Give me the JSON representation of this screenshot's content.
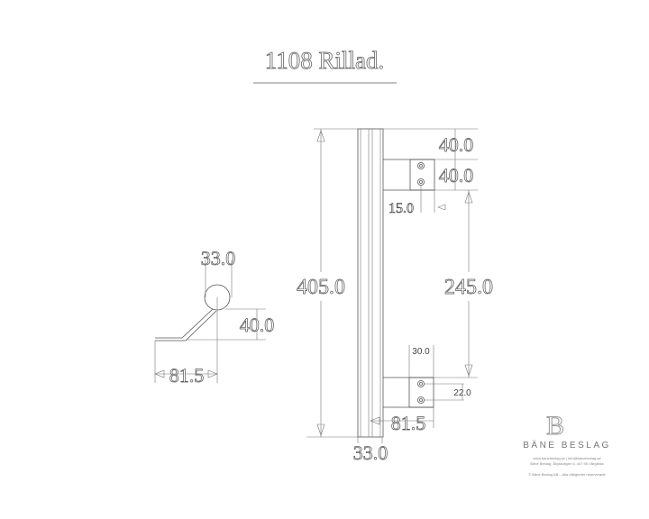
{
  "title": "1108 Rillad.",
  "side_view": {
    "total_length": "405.0",
    "top_offset": "40.0",
    "bracket_height": "40.0",
    "hole_offset": "15.0",
    "center_distance": "245.0",
    "plate_width": "30.0",
    "hole_spacing": "22.0",
    "projection": "81.5",
    "diameter": "33.0"
  },
  "end_view": {
    "diameter": "33.0",
    "height": "40.0",
    "projection": "81.5"
  },
  "brand": {
    "logo_letter": "B",
    "name": "BÄNE BESLAG",
    "contact": "www.banebeslag.se   |   info@banebeslag.se",
    "address": "Bäne Beslag, Åkytavägen 5, 447 95 Vårgårda",
    "copyright": "© Bäne Beslag AB – Alla rättigheter reserverade"
  },
  "colors": {
    "line": "#555555",
    "text_outline": "#666666"
  }
}
